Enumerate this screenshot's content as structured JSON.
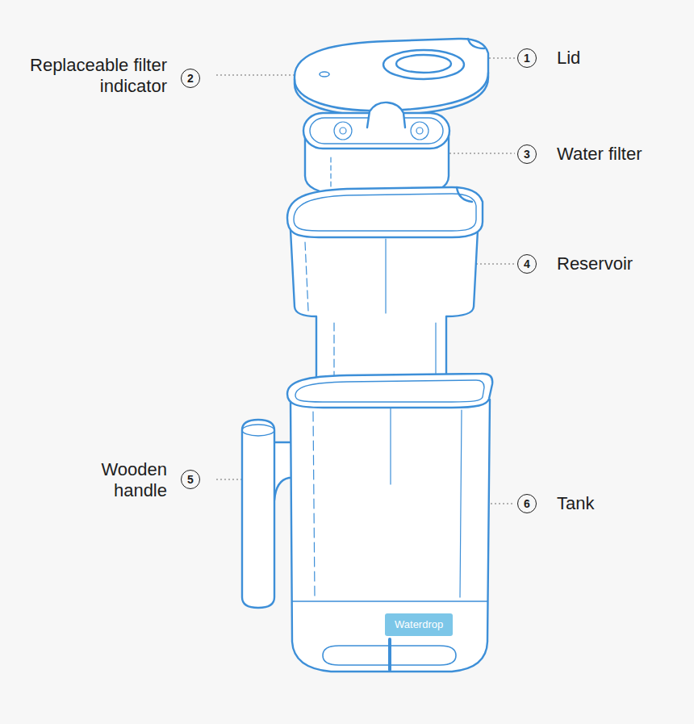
{
  "diagram": {
    "labels": [
      "Replaceable filter indicator",
      "2",
      "1",
      "Lid",
      "3",
      "Water filter",
      "4",
      "Reservoir",
      "Wooden handle",
      "5",
      "6",
      "Tank",
      "Waterdrop"
    ]
  }
}
